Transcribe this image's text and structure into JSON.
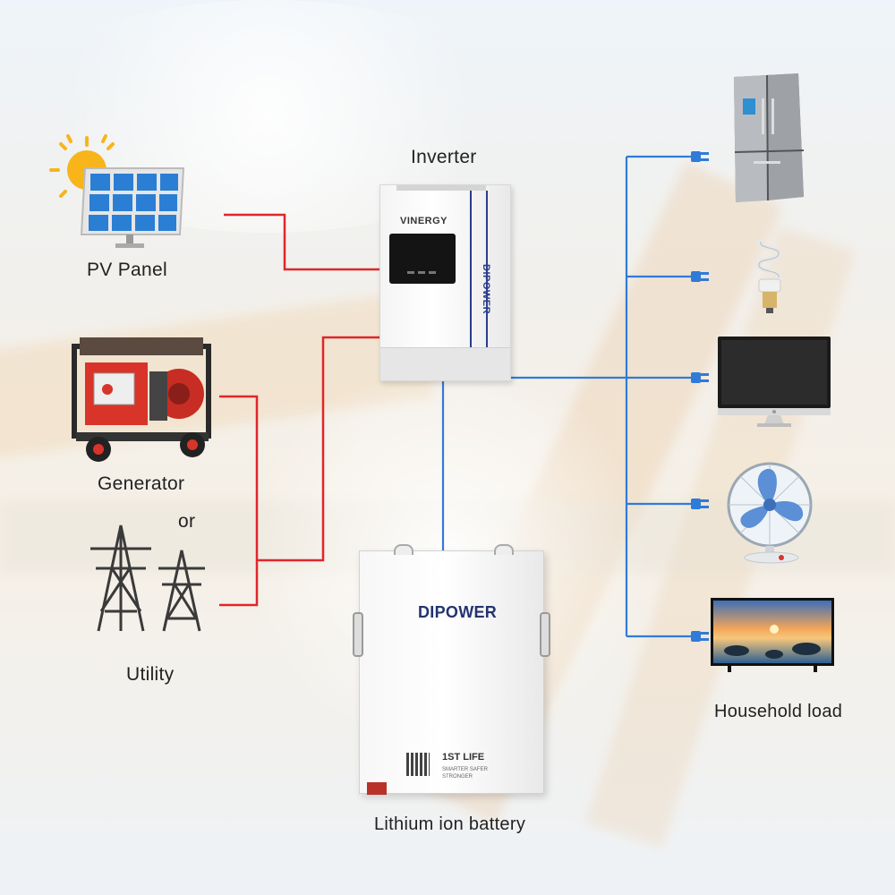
{
  "labels": {
    "inverter": "Inverter",
    "pv_panel": "PV Panel",
    "generator": "Generator",
    "or": "or",
    "utility": "Utility",
    "household_load": "Household load",
    "battery": "Lithium ion battery"
  },
  "inverter_device": {
    "brand": "VINERGY",
    "side_brand": "DIPOWER"
  },
  "battery_device": {
    "brand": "DIPOWER",
    "life_text": "1ST LIFE",
    "slogan": "SMARTER SAFER STRONGER"
  },
  "wire_colors": {
    "ac_input": "#e0262b",
    "dc_output": "#2f7bd8"
  },
  "icons": [
    "sun-icon",
    "solar-panel-icon",
    "generator-icon",
    "transmission-tower-icon",
    "refrigerator-icon",
    "lightbulb-icon",
    "monitor-icon",
    "fan-icon",
    "tv-icon",
    "plug-icon"
  ]
}
